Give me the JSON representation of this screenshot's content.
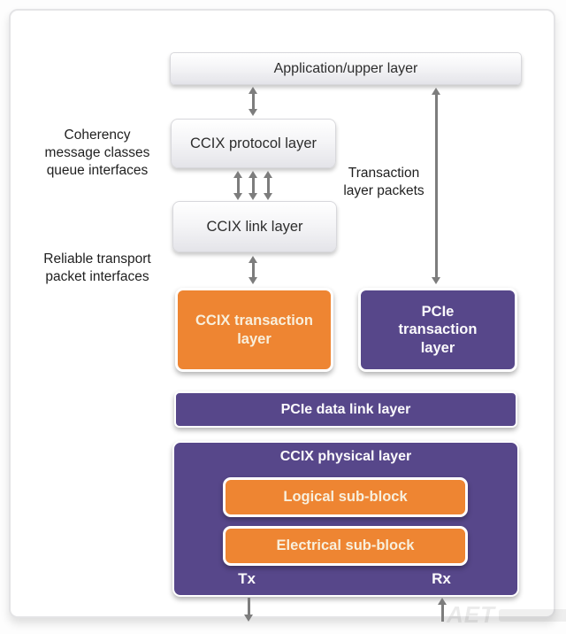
{
  "diagram": {
    "boxes": {
      "application": "Application/upper layer",
      "ccix_protocol": "CCIX protocol layer",
      "ccix_link": "CCIX link layer",
      "ccix_transaction": "CCIX transaction layer",
      "pcie_transaction": "PCIe transaction layer",
      "pcie_data_link": "PCIe data link layer",
      "ccix_physical": "CCIX physical layer",
      "logical_sub_block": "Logical sub-block",
      "electrical_sub_block": "Electrical sub-block",
      "tx": "Tx",
      "rx": "Rx"
    },
    "annotations": {
      "coherency": "Coherency\nmessage classes\nqueue interfaces",
      "reliable": "Reliable transport\npacket interfaces",
      "tlp": "Transaction\nlayer packets"
    },
    "colors": {
      "orange": "#ee8532",
      "purple": "#57478a",
      "arrow": "#7d7d7d"
    },
    "watermark": "AET"
  }
}
